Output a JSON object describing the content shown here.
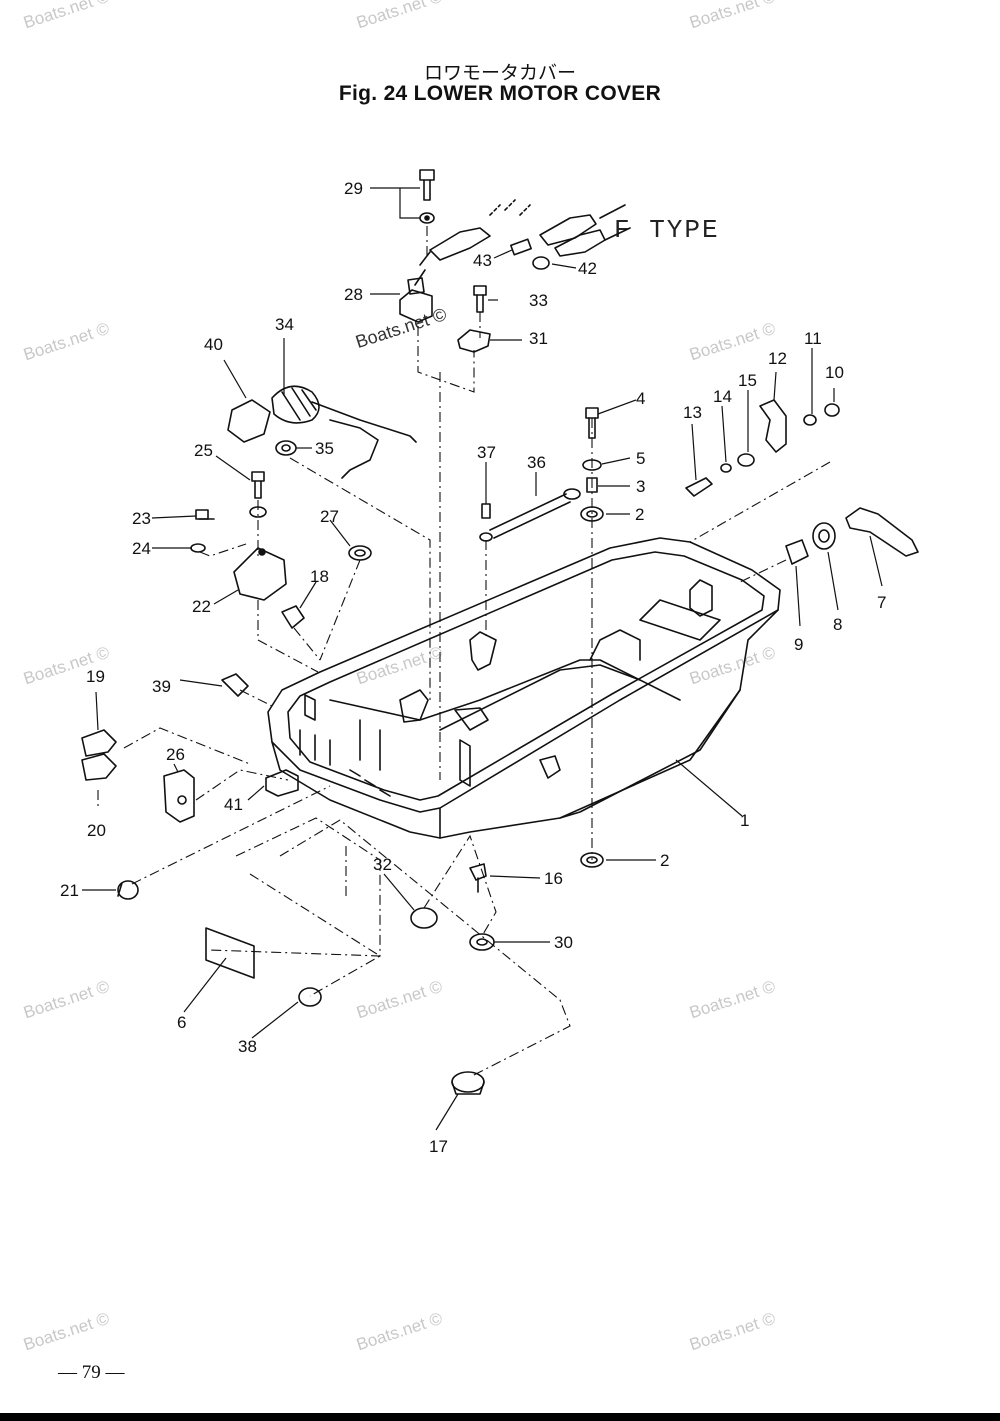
{
  "title": {
    "japanese": "ロワモータカバー",
    "english": "Fig. 24   LOWER MOTOR COVER"
  },
  "variant_label": "F TYPE",
  "watermark": "Boats.net ©",
  "page_number": "— 79 —",
  "callouts": [
    "1",
    "2",
    "2",
    "3",
    "4",
    "5",
    "6",
    "7",
    "8",
    "9",
    "10",
    "11",
    "12",
    "13",
    "14",
    "15",
    "16",
    "17",
    "18",
    "19",
    "20",
    "21",
    "22",
    "23",
    "24",
    "25",
    "26",
    "27",
    "28",
    "29",
    "30",
    "31",
    "32",
    "33",
    "34",
    "35",
    "36",
    "37",
    "38",
    "39",
    "40",
    "41",
    "42",
    "43"
  ]
}
